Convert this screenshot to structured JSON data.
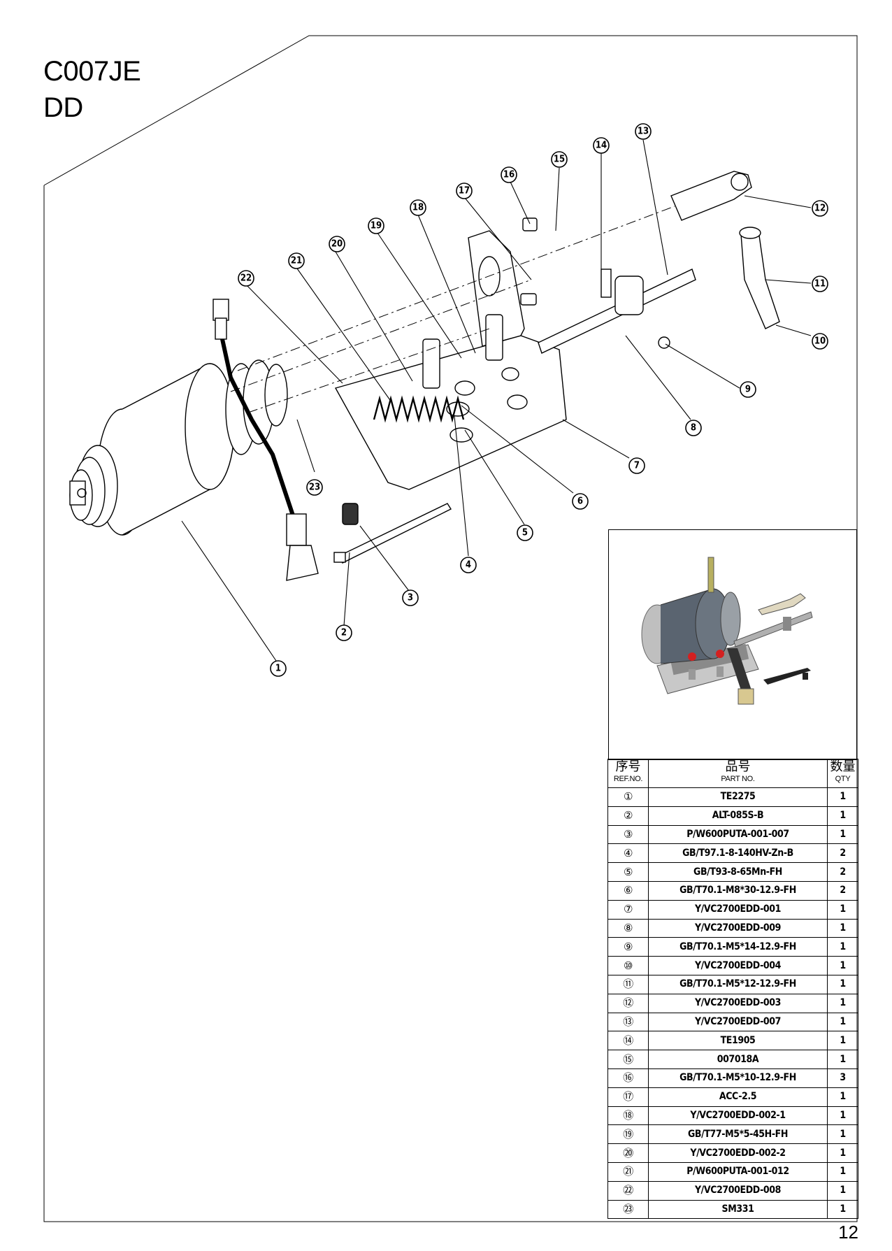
{
  "header": {
    "model": "C007JE",
    "subtitle": "DD"
  },
  "table": {
    "headers": {
      "ref_zh": "序号",
      "ref_en": "REF.NO.",
      "part_zh": "品号",
      "part_en": "PART NO.",
      "qty_zh": "数量",
      "qty_en": "QTY"
    },
    "rows": [
      {
        "ref": "①",
        "part": "TE2275",
        "qty": "1"
      },
      {
        "ref": "②",
        "part": "ALT-085S-B",
        "qty": "1"
      },
      {
        "ref": "③",
        "part": "P/W600PUTA-001-007",
        "qty": "1"
      },
      {
        "ref": "④",
        "part": "GB/T97.1-8-140HV-Zn-B",
        "qty": "2"
      },
      {
        "ref": "⑤",
        "part": "GB/T93-8-65Mn-FH",
        "qty": "2"
      },
      {
        "ref": "⑥",
        "part": "GB/T70.1-M8*30-12.9-FH",
        "qty": "2"
      },
      {
        "ref": "⑦",
        "part": "Y/VC2700EDD-001",
        "qty": "1"
      },
      {
        "ref": "⑧",
        "part": "Y/VC2700EDD-009",
        "qty": "1"
      },
      {
        "ref": "⑨",
        "part": "GB/T70.1-M5*14-12.9-FH",
        "qty": "1"
      },
      {
        "ref": "⑩",
        "part": "Y/VC2700EDD-004",
        "qty": "1"
      },
      {
        "ref": "⑪",
        "part": "GB/T70.1-M5*12-12.9-FH",
        "qty": "1"
      },
      {
        "ref": "⑫",
        "part": "Y/VC2700EDD-003",
        "qty": "1"
      },
      {
        "ref": "⑬",
        "part": "Y/VC2700EDD-007",
        "qty": "1"
      },
      {
        "ref": "⑭",
        "part": "TE1905",
        "qty": "1"
      },
      {
        "ref": "⑮",
        "part": "007018A",
        "qty": "1"
      },
      {
        "ref": "⑯",
        "part": "GB/T70.1-M5*10-12.9-FH",
        "qty": "3"
      },
      {
        "ref": "⑰",
        "part": "ACC-2.5",
        "qty": "1"
      },
      {
        "ref": "⑱",
        "part": "Y/VC2700EDD-002-1",
        "qty": "1"
      },
      {
        "ref": "⑲",
        "part": "GB/T77-M5*5-45H-FH",
        "qty": "1"
      },
      {
        "ref": "⑳",
        "part": "Y/VC2700EDD-002-2",
        "qty": "1"
      },
      {
        "ref": "㉑",
        "part": "P/W600PUTA-001-012",
        "qty": "1"
      },
      {
        "ref": "㉒",
        "part": "Y/VC2700EDD-008",
        "qty": "1"
      },
      {
        "ref": "㉓",
        "part": "SM331",
        "qty": "1"
      }
    ]
  },
  "callouts": [
    "1",
    "2",
    "3",
    "4",
    "5",
    "6",
    "7",
    "8",
    "9",
    "10",
    "11",
    "12",
    "13",
    "14",
    "15",
    "16",
    "17",
    "18",
    "19",
    "20",
    "21",
    "22",
    "23"
  ],
  "colors": {
    "line": "#000000",
    "motor_inset": "#5a6470",
    "red_accent": "#d42020"
  },
  "footer": {
    "page_number": "12"
  }
}
